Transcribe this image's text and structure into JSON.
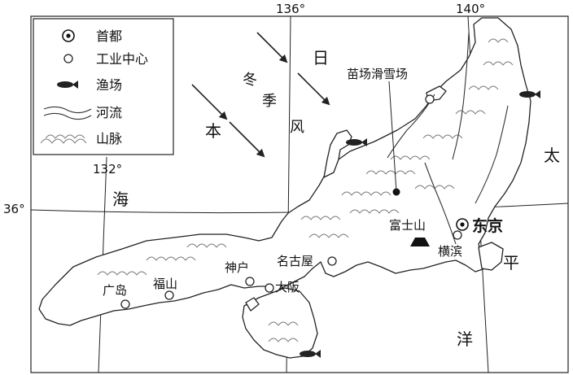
{
  "map": {
    "longitude_labels": [
      "136°",
      "140°",
      "132°"
    ],
    "latitude_labels": [
      "36°"
    ],
    "legend": {
      "items": [
        {
          "icon": "capital-symbol",
          "label": "首都"
        },
        {
          "icon": "industrial-center-symbol",
          "label": "工业中心"
        },
        {
          "icon": "fish-icon",
          "label": "渔场"
        },
        {
          "icon": "river-symbol",
          "label": "河流"
        },
        {
          "icon": "mountain-symbol",
          "label": "山脉"
        }
      ]
    },
    "sea_labels": {
      "sea_of_japan": [
        "日",
        "本",
        "海"
      ],
      "pacific": [
        "太",
        "平",
        "洋"
      ]
    },
    "winter_monsoon": [
      "冬",
      "季",
      "风"
    ],
    "places": {
      "tokyo": "东京",
      "yokohama": "横滨",
      "fuji": "富士山",
      "naeba": "苗场滑雪场",
      "nagoya": "名古屋",
      "osaka": "大阪",
      "kobe": "神户",
      "fukuyama": "福山",
      "hiroshima": "广岛"
    }
  }
}
